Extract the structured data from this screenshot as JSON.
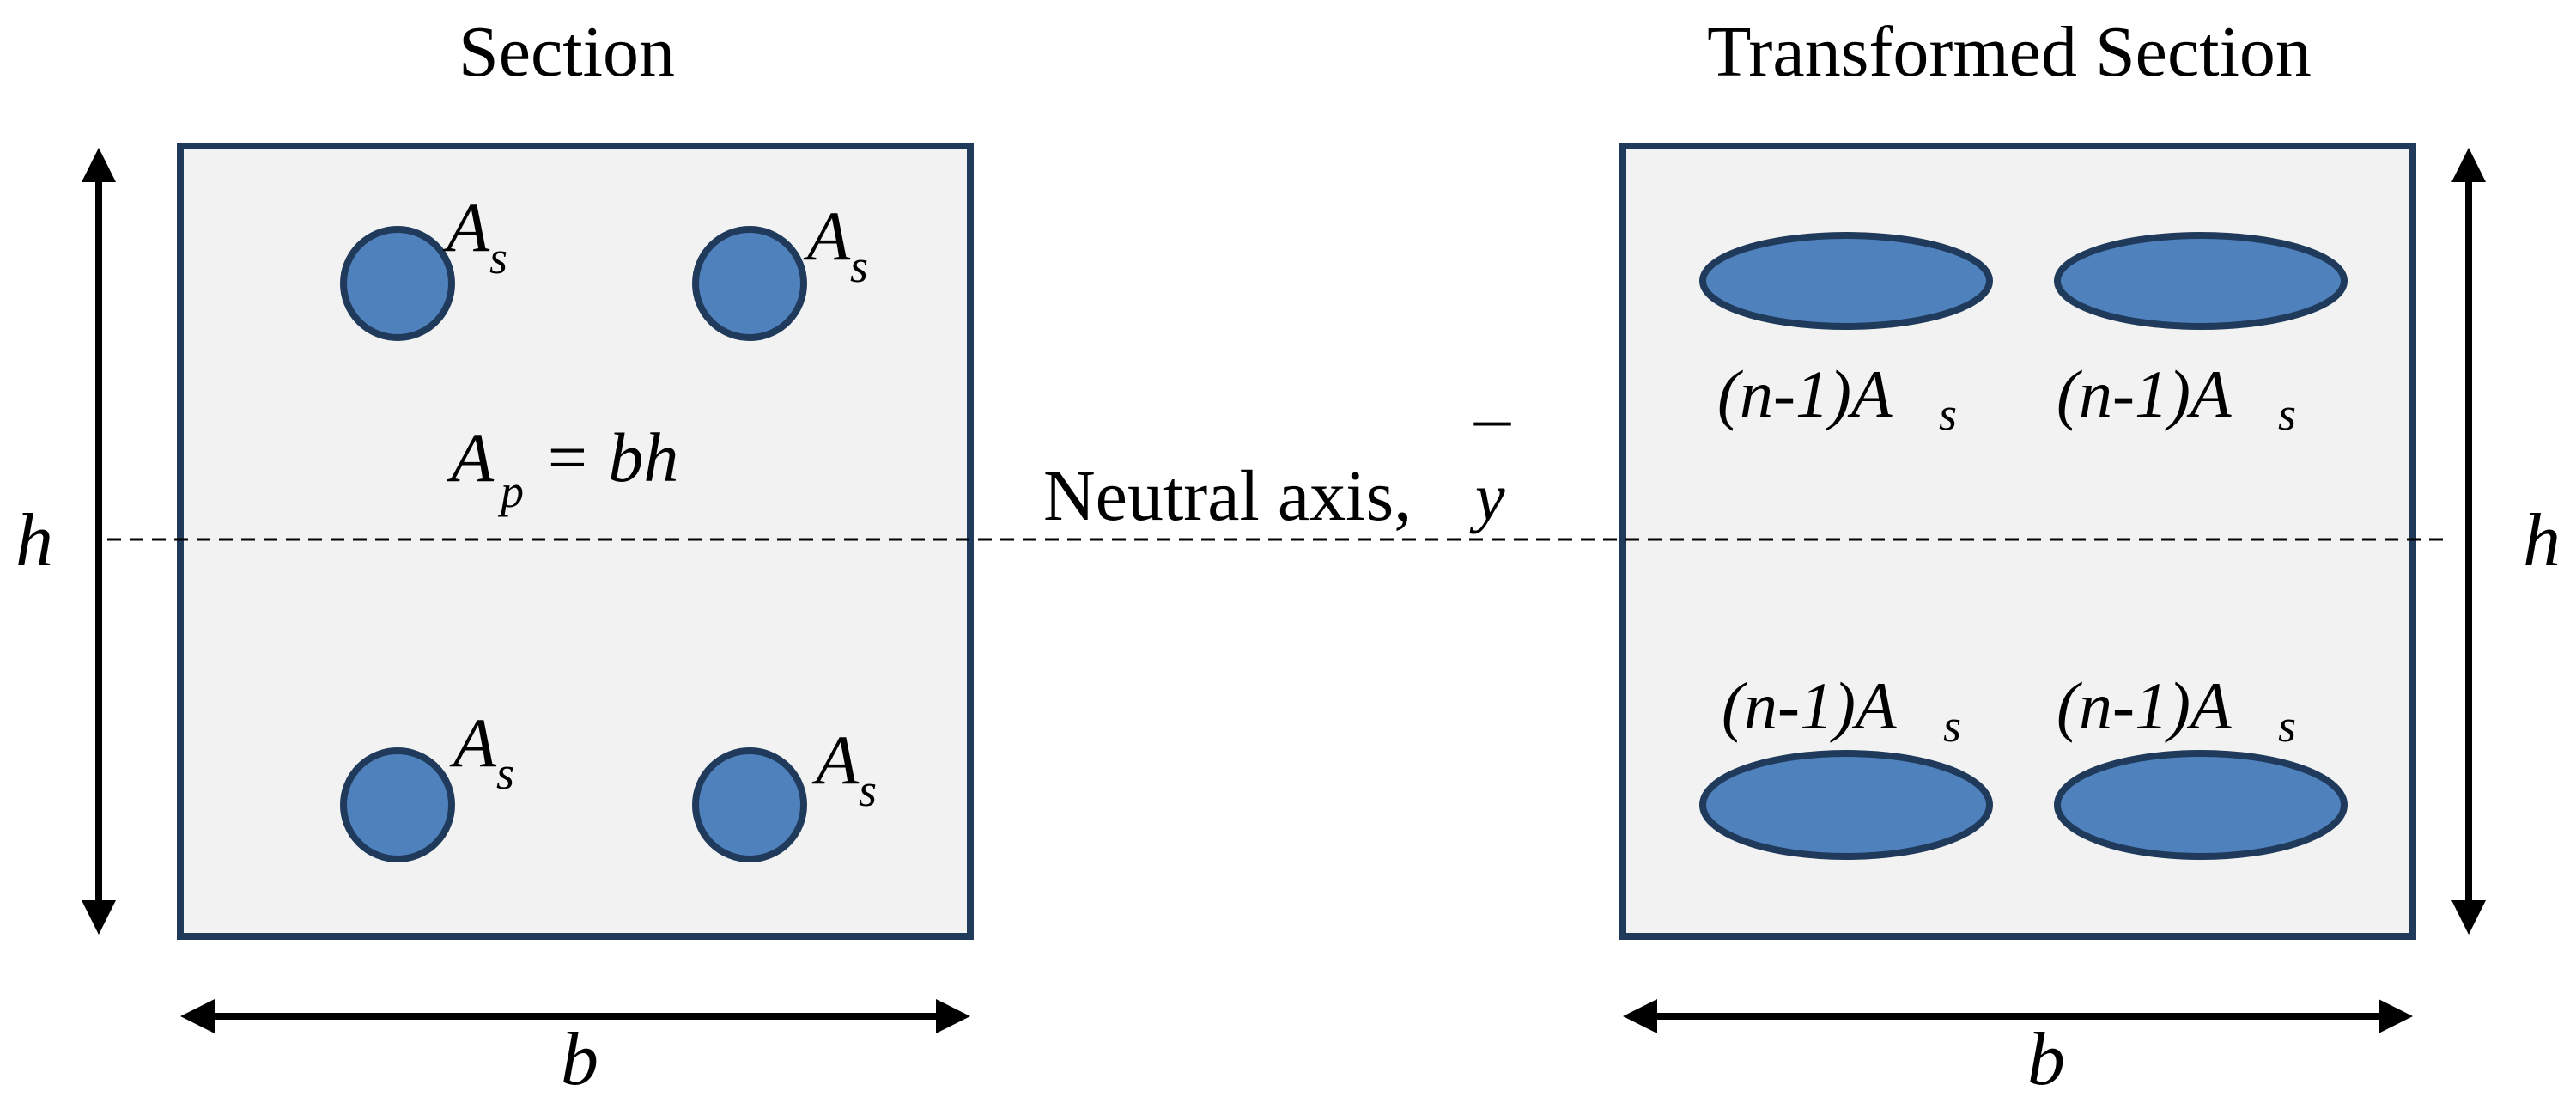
{
  "left": {
    "title": "Section",
    "bar_label": "A",
    "bar_label_sub": "s",
    "area_label_main": "A",
    "area_label_sub": "p",
    "area_label_rest": " = bh",
    "height_label": "h",
    "width_label": "b"
  },
  "right": {
    "title": "Transformed Section",
    "bar_label_prefix": "(n-1)A",
    "bar_label_sub": "s",
    "height_label": "h",
    "width_label": "b"
  },
  "neutral_axis": {
    "label": "Neutral axis, ",
    "symbol": "y",
    "bar_symbol": "¯"
  },
  "colors": {
    "box_fill": "#f2f2f2",
    "box_stroke": "#1f3a5a",
    "bar_fill": "#4f81bd"
  }
}
